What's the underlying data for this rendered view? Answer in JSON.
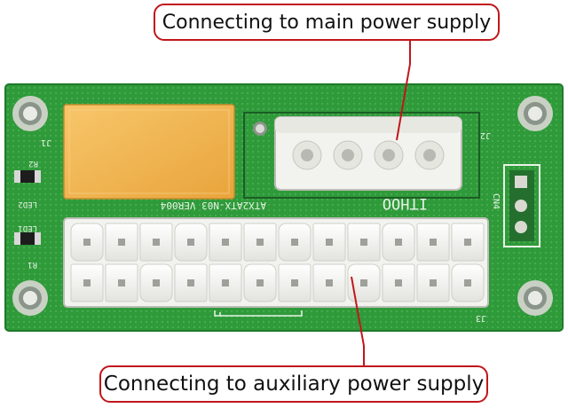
{
  "callouts": {
    "top": "Connecting to main power supply",
    "bottom": "Connecting to auxiliary power supply"
  },
  "board": {
    "model": "ATX2ATX-N03 VER004",
    "brand": "ITHOO",
    "silkscreen": {
      "j1": "J1",
      "j2": "J2",
      "j3": "J3",
      "cn4": "CN4",
      "r1": "R1",
      "r2": "R2",
      "led1": "LED1",
      "led2": "LED2"
    }
  },
  "colors": {
    "pcb": "#2f9a3a",
    "relay": "#f2b24a",
    "connector": "#f2f2ef",
    "callout_border": "#c0161b"
  }
}
